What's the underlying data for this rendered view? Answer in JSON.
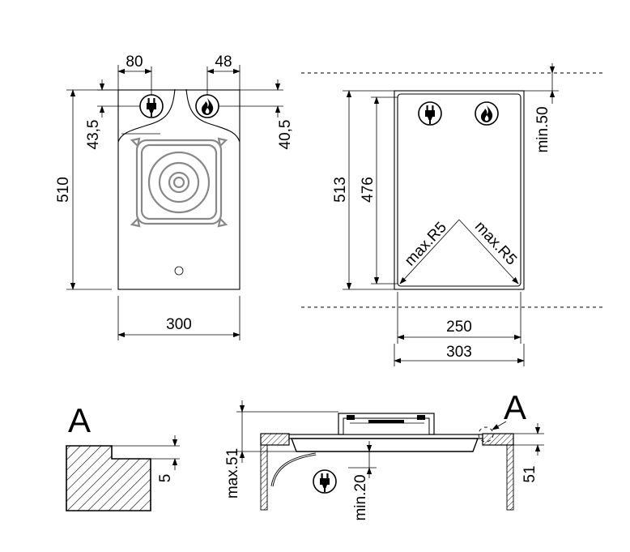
{
  "hob_top_view": {
    "dim_width": "300",
    "dim_depth": "510",
    "dim_plug_offset_x": "80",
    "dim_gas_offset_x": "48",
    "dim_plug_offset_y": "43,5",
    "dim_gas_offset_y": "40,5"
  },
  "cutout_view": {
    "dim_outer_width": "303",
    "dim_inner_width": "250",
    "dim_outer_depth": "513",
    "dim_inner_depth": "476",
    "dim_rear_clearance": "min.50",
    "radius_label_left": "max.R5",
    "radius_label_right": "max.R5"
  },
  "detail_a": {
    "label": "A",
    "dim_step": "5"
  },
  "section_view": {
    "detail_marker": "A",
    "dim_total_height": "max.51",
    "dim_recess": "51",
    "dim_bottom_clearance": "min.20"
  },
  "icons": [
    "plug-icon",
    "gas-flame-icon"
  ]
}
